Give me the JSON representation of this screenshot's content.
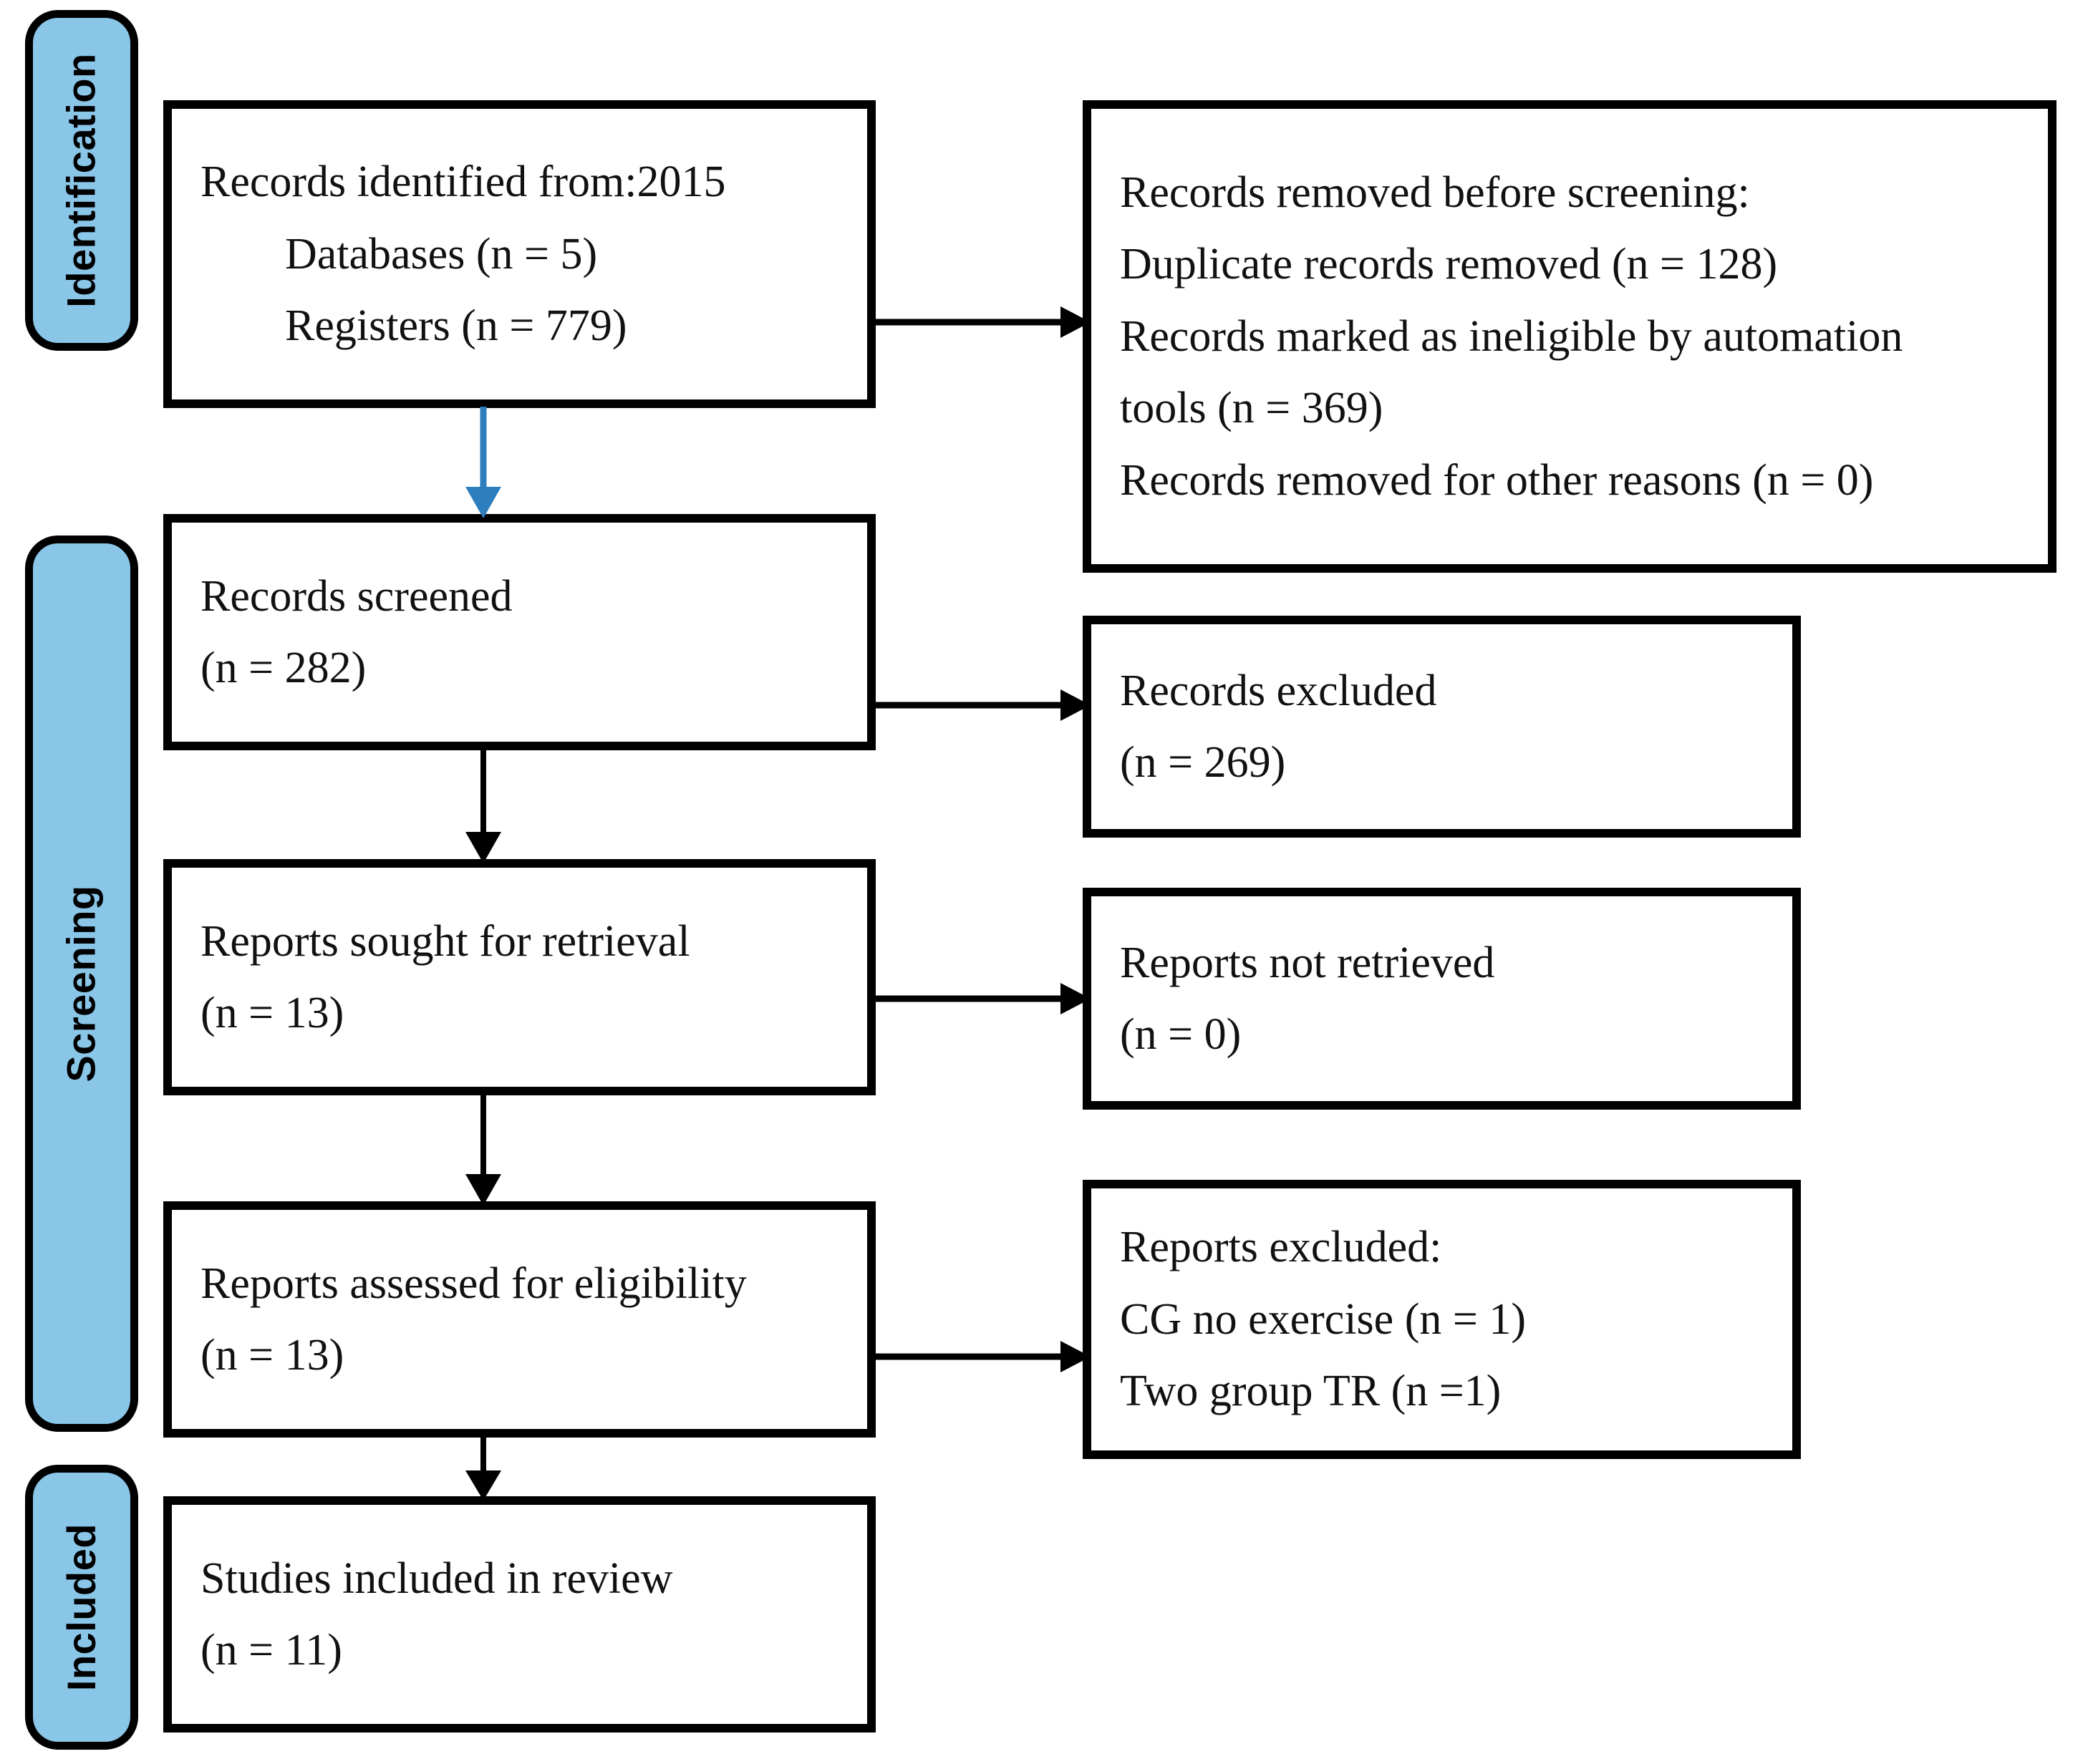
{
  "diagram": {
    "title": "PRISMA 2020 flow diagram",
    "accent_color": "#8AC6E8",
    "line_color": "#000000",
    "highlight_arrow_color": "#2E7EBE"
  },
  "stages": [
    {
      "id": "identification",
      "label": "Identification"
    },
    {
      "id": "screening",
      "label": "Screening"
    },
    {
      "id": "included",
      "label": "Included"
    }
  ],
  "boxes": {
    "records_identified": {
      "line1": "Records identified from:2015",
      "line2": "Databases (n = 5)",
      "line3": "Registers (n = 779)"
    },
    "records_removed": {
      "line1": "Records removed before screening:",
      "line2": "Duplicate records removed (n = 128)",
      "line3": "Records marked as ineligible by automation",
      "line4": "tools (n = 369)",
      "line5": "Records removed for other reasons (n = 0)"
    },
    "records_screened": {
      "line1": "Records screened",
      "line2": "(n = 282)"
    },
    "records_excluded": {
      "line1": "Records excluded",
      "line2": "(n = 269)"
    },
    "reports_sought": {
      "line1": "Reports sought for retrieval",
      "line2": "(n = 13)"
    },
    "reports_not_retrieved": {
      "line1": "Reports not retrieved",
      "line2": "(n = 0)"
    },
    "reports_assessed": {
      "line1": "Reports assessed for eligibility",
      "line2": "(n = 13)"
    },
    "reports_excluded": {
      "line1": "Reports excluded:",
      "line2": "CG no exercise (n = 1)",
      "line3": "Two group TR (n =1)"
    },
    "studies_included": {
      "line1": "Studies included in review",
      "line2": "(n = 11)"
    }
  },
  "chart_data": {
    "type": "diagram",
    "title": "PRISMA 2020 flow diagram",
    "nodes": [
      {
        "id": "records_identified",
        "stage": "Identification",
        "label": "Records identified from:2015",
        "databases": 5,
        "registers": 779,
        "year": 2015
      },
      {
        "id": "records_removed",
        "stage": "Identification",
        "label": "Records removed before screening",
        "duplicate_records_removed": 128,
        "ineligible_by_automation_tools": 369,
        "removed_other_reasons": 0
      },
      {
        "id": "records_screened",
        "stage": "Screening",
        "label": "Records screened",
        "n": 282
      },
      {
        "id": "records_excluded",
        "stage": "Screening",
        "label": "Records excluded",
        "n": 269
      },
      {
        "id": "reports_sought",
        "stage": "Screening",
        "label": "Reports sought for retrieval",
        "n": 13
      },
      {
        "id": "reports_not_retrieved",
        "stage": "Screening",
        "label": "Reports not retrieved",
        "n": 0
      },
      {
        "id": "reports_assessed",
        "stage": "Screening",
        "label": "Reports assessed for eligibility",
        "n": 13
      },
      {
        "id": "reports_excluded",
        "stage": "Screening",
        "label": "Reports excluded",
        "cg_no_exercise": 1,
        "two_group_tr": 1
      },
      {
        "id": "studies_included",
        "stage": "Included",
        "label": "Studies included in review",
        "n": 11
      }
    ],
    "edges": [
      {
        "from": "records_identified",
        "to": "records_removed",
        "direction": "right",
        "color": "#000000"
      },
      {
        "from": "records_identified",
        "to": "records_screened",
        "direction": "down",
        "color": "#2E7EBE"
      },
      {
        "from": "records_screened",
        "to": "records_excluded",
        "direction": "right",
        "color": "#000000"
      },
      {
        "from": "records_screened",
        "to": "reports_sought",
        "direction": "down",
        "color": "#000000"
      },
      {
        "from": "reports_sought",
        "to": "reports_not_retrieved",
        "direction": "right",
        "color": "#000000"
      },
      {
        "from": "reports_sought",
        "to": "reports_assessed",
        "direction": "down",
        "color": "#000000"
      },
      {
        "from": "reports_assessed",
        "to": "reports_excluded",
        "direction": "right",
        "color": "#000000"
      },
      {
        "from": "reports_assessed",
        "to": "studies_included",
        "direction": "down",
        "color": "#000000"
      }
    ]
  }
}
